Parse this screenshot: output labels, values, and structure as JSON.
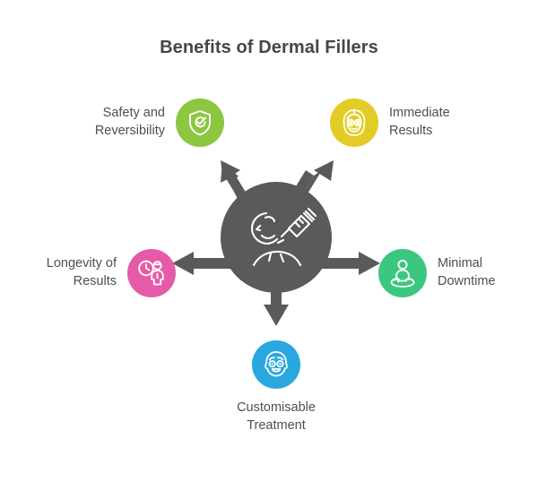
{
  "page": {
    "title": "Benefits of Dermal Fillers",
    "background_color": "#FFFFFF",
    "text_color": "#4C4F52",
    "title_color": "#44474A"
  },
  "hub": {
    "label": "Dermal Filler Treatment",
    "icon": "face-profile-syringe-icon",
    "color": "#5A5A5A",
    "arrow_color": "#5A5A5A",
    "arrow_directions": [
      "up-left",
      "up-right",
      "left",
      "right",
      "down"
    ]
  },
  "benefits": [
    {
      "id": "safety",
      "label": "Safety and\nReversibility",
      "icon": "shield-check-icon",
      "color": "#8DC63F",
      "label_position": "left"
    },
    {
      "id": "immediate",
      "label": "Immediate\nResults",
      "icon": "spa-face-cucumber-icon",
      "color": "#E3CC25",
      "label_position": "right"
    },
    {
      "id": "longevity",
      "label": "Longevity of\nResults",
      "icon": "clock-person-icon",
      "color": "#E55BA8",
      "label_position": "left"
    },
    {
      "id": "downtime",
      "label": "Minimal\nDowntime",
      "icon": "person-refresh-icon",
      "color": "#3CC780",
      "label_position": "right"
    },
    {
      "id": "customisable",
      "label": "Customisable\nTreatment",
      "icon": "smiling-face-icon",
      "color": "#29A8DF",
      "label_position": "below"
    }
  ]
}
